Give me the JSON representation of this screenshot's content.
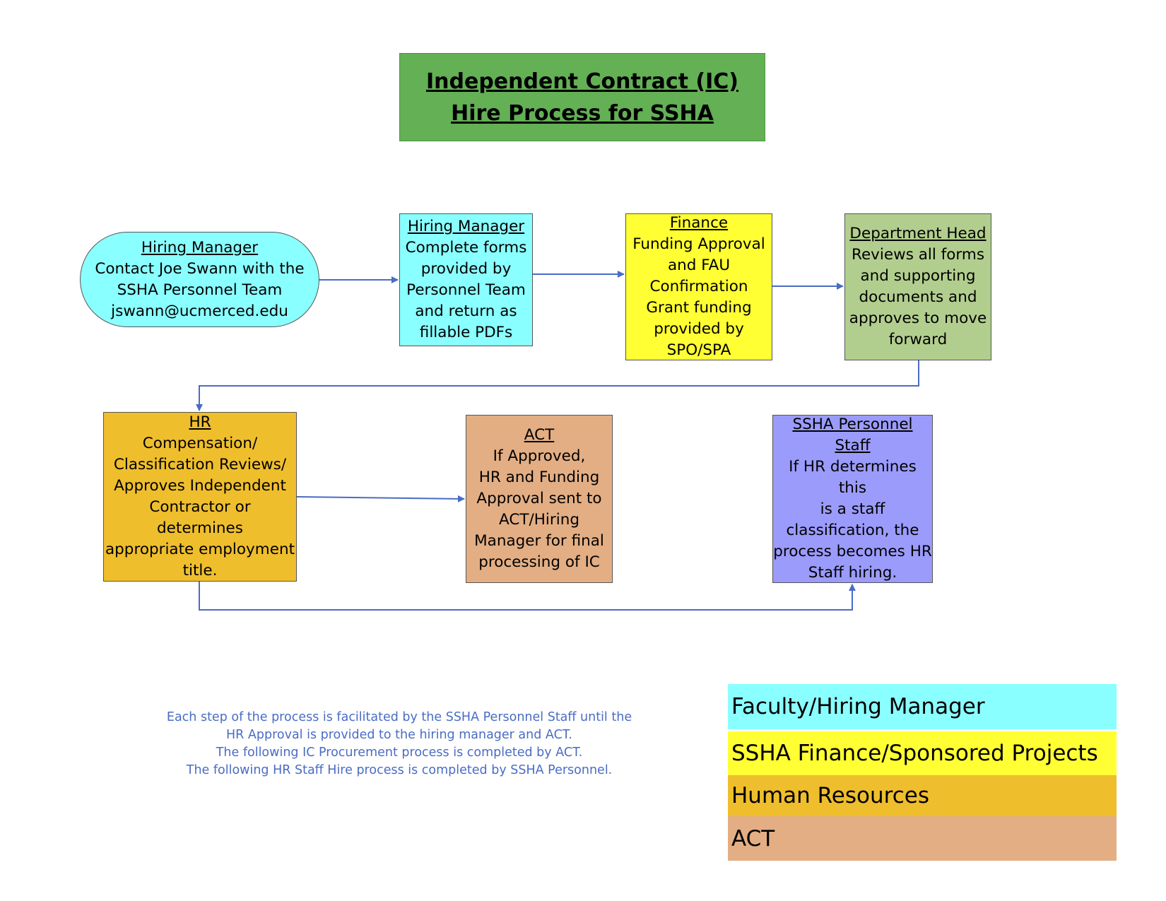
{
  "title": {
    "line1": "Independent Contract (IC)",
    "line2": "Hire Process for SSHA",
    "color": "#63b055"
  },
  "nodes": {
    "hiring_manager_contact": {
      "heading": "Hiring Manager",
      "lines": [
        "Contact Joe Swann with the",
        "SSHA Personnel Team",
        "jswann@ucmerced.edu"
      ],
      "color": "#8affff"
    },
    "hiring_manager_forms": {
      "heading": "Hiring Manager",
      "lines": [
        "Complete forms",
        "provided by",
        "Personnel Team",
        "and return as",
        "fillable PDFs"
      ],
      "color": "#8affff"
    },
    "finance": {
      "heading": "Finance",
      "lines": [
        "Funding Approval",
        "and FAU",
        "Confirmation",
        "Grant funding",
        "provided by",
        "SPO/SPA"
      ],
      "color": "#ffff33"
    },
    "department_head": {
      "heading": "Department Head",
      "lines": [
        "Reviews all forms",
        "and supporting",
        "documents and",
        "approves to move",
        "forward"
      ],
      "color": "#b2ce8e"
    },
    "hr": {
      "heading": "HR",
      "lines": [
        "Compensation/",
        "Classification Reviews/",
        "Approves Independent",
        "Contractor or determines",
        "appropriate employment",
        "title."
      ],
      "color": "#efbe2d"
    },
    "act": {
      "heading": "ACT",
      "lines": [
        "If Approved,",
        "HR and Funding",
        "Approval sent to",
        "ACT/Hiring",
        "Manager for final",
        "processing of IC"
      ],
      "color": "#e3ae84"
    },
    "ssha_personnel": {
      "heading": "SSHA Personnel Staff",
      "lines": [
        "If HR determines this",
        "is a staff",
        "classification, the",
        "process becomes HR",
        "Staff hiring."
      ],
      "color": "#9b9bfc"
    }
  },
  "note_lines": [
    "Each step of the process is facilitated by the SSHA Personnel Staff until the",
    "HR Approval is provided to the hiring manager and ACT.",
    "The following IC Procurement process is completed by ACT.",
    "The following HR Staff Hire process is completed  by SSHA Personnel."
  ],
  "legend": [
    {
      "label": "Faculty/Hiring Manager",
      "color": "#8affff"
    },
    {
      "label": "SSHA Finance/Sponsored Projects",
      "color": "#ffff33"
    },
    {
      "label": "Human Resources",
      "color": "#efbe2d"
    },
    {
      "label": "ACT",
      "color": "#e3ae84"
    }
  ],
  "connector_color": "#4a6cc4"
}
